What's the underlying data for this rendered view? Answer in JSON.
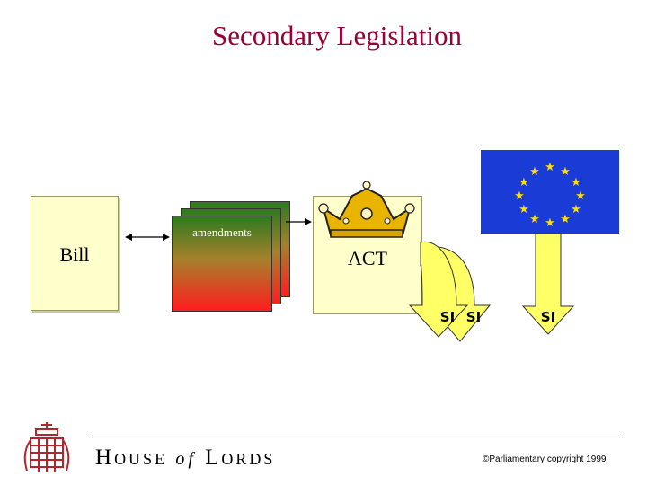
{
  "title": "Secondary Legislation",
  "bill": {
    "label": "Bill"
  },
  "amendments": {
    "label": "amendments"
  },
  "act": {
    "label": "ACT"
  },
  "si_labels": [
    "SI",
    "SI",
    "SI"
  ],
  "footer": {
    "brand_h": "H",
    "brand_ouse": "OUSE",
    "brand_of": "of",
    "brand_l": "L",
    "brand_ords": "ORDS",
    "copyright": "©Parliamentary copyright 1999"
  },
  "colors": {
    "title": "#990033",
    "box_fill": "#ffffcc",
    "arrow_fill": "#ffff66",
    "flag_blue": "#1a3bd6",
    "star": "#ffdd00",
    "crown_gold": "#e8b400",
    "logo_red": "#b3262e"
  },
  "icons": [
    "crown-icon",
    "portcullis-icon",
    "eu-flag-icon"
  ]
}
